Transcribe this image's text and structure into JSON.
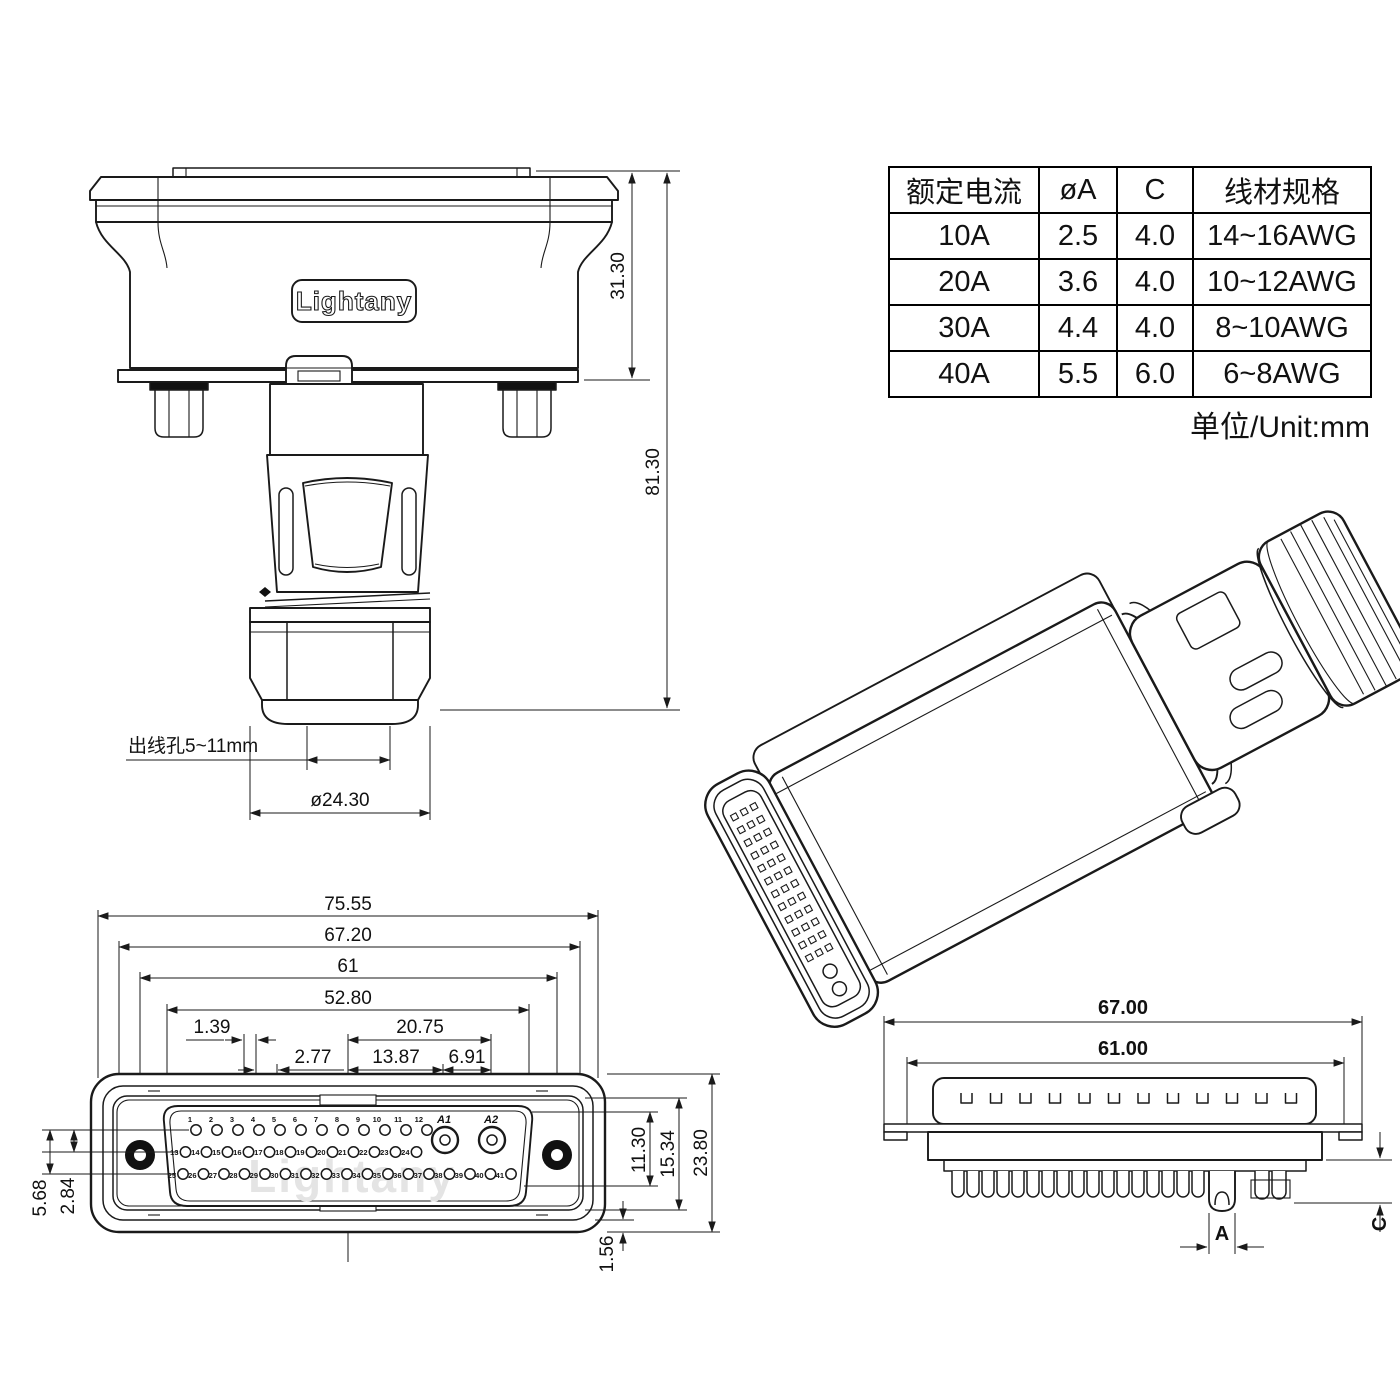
{
  "brand": "Lightany",
  "watermark": "Lightany",
  "unit_note": "单位/Unit:mm",
  "spec_table": {
    "headers": [
      "额定电流",
      "øA",
      "C",
      "线材规格"
    ],
    "rows": [
      [
        "10A",
        "2.5",
        "4.0",
        "14~16AWG"
      ],
      [
        "20A",
        "3.6",
        "4.0",
        "10~12AWG"
      ],
      [
        "30A",
        "4.4",
        "4.0",
        "8~10AWG"
      ],
      [
        "40A",
        "5.5",
        "6.0",
        "6~8AWG"
      ]
    ]
  },
  "side_view": {
    "dim_upper_height": "31.30",
    "dim_total_height": "81.30",
    "cable_hole_label": "出线孔5~11mm",
    "dim_gland_diameter": "ø24.30"
  },
  "front_view": {
    "dim_total_width": "75.55",
    "dim_flange_width": "67.20",
    "dim_mount_spacing": "61",
    "dim_insert_width": "52.80",
    "dim_pin_offset": "1.39",
    "dim_power_span": "20.75",
    "dim_pin_pitch": "2.77",
    "dim_a1_offset": "13.87",
    "dim_power_pitch": "6.91",
    "dim_row_span": "5.68",
    "dim_row_pitch": "2.84",
    "dim_insert_height": "11.30",
    "dim_shell_height": "15.34",
    "dim_total_height": "23.80",
    "dim_lip": "1.56",
    "pins": {
      "rows": [
        {
          "start": 1,
          "count": 12
        },
        {
          "start": 13,
          "count": 12
        },
        {
          "start": 25,
          "count": 17
        }
      ],
      "power": [
        "A1",
        "A2"
      ]
    }
  },
  "rear_view": {
    "dim_outer_width": "67.00",
    "dim_inner_width": "61.00",
    "dim_a_label": "A",
    "dim_c_label": "C",
    "slot_count": 12,
    "solder_cup_count": 17
  }
}
